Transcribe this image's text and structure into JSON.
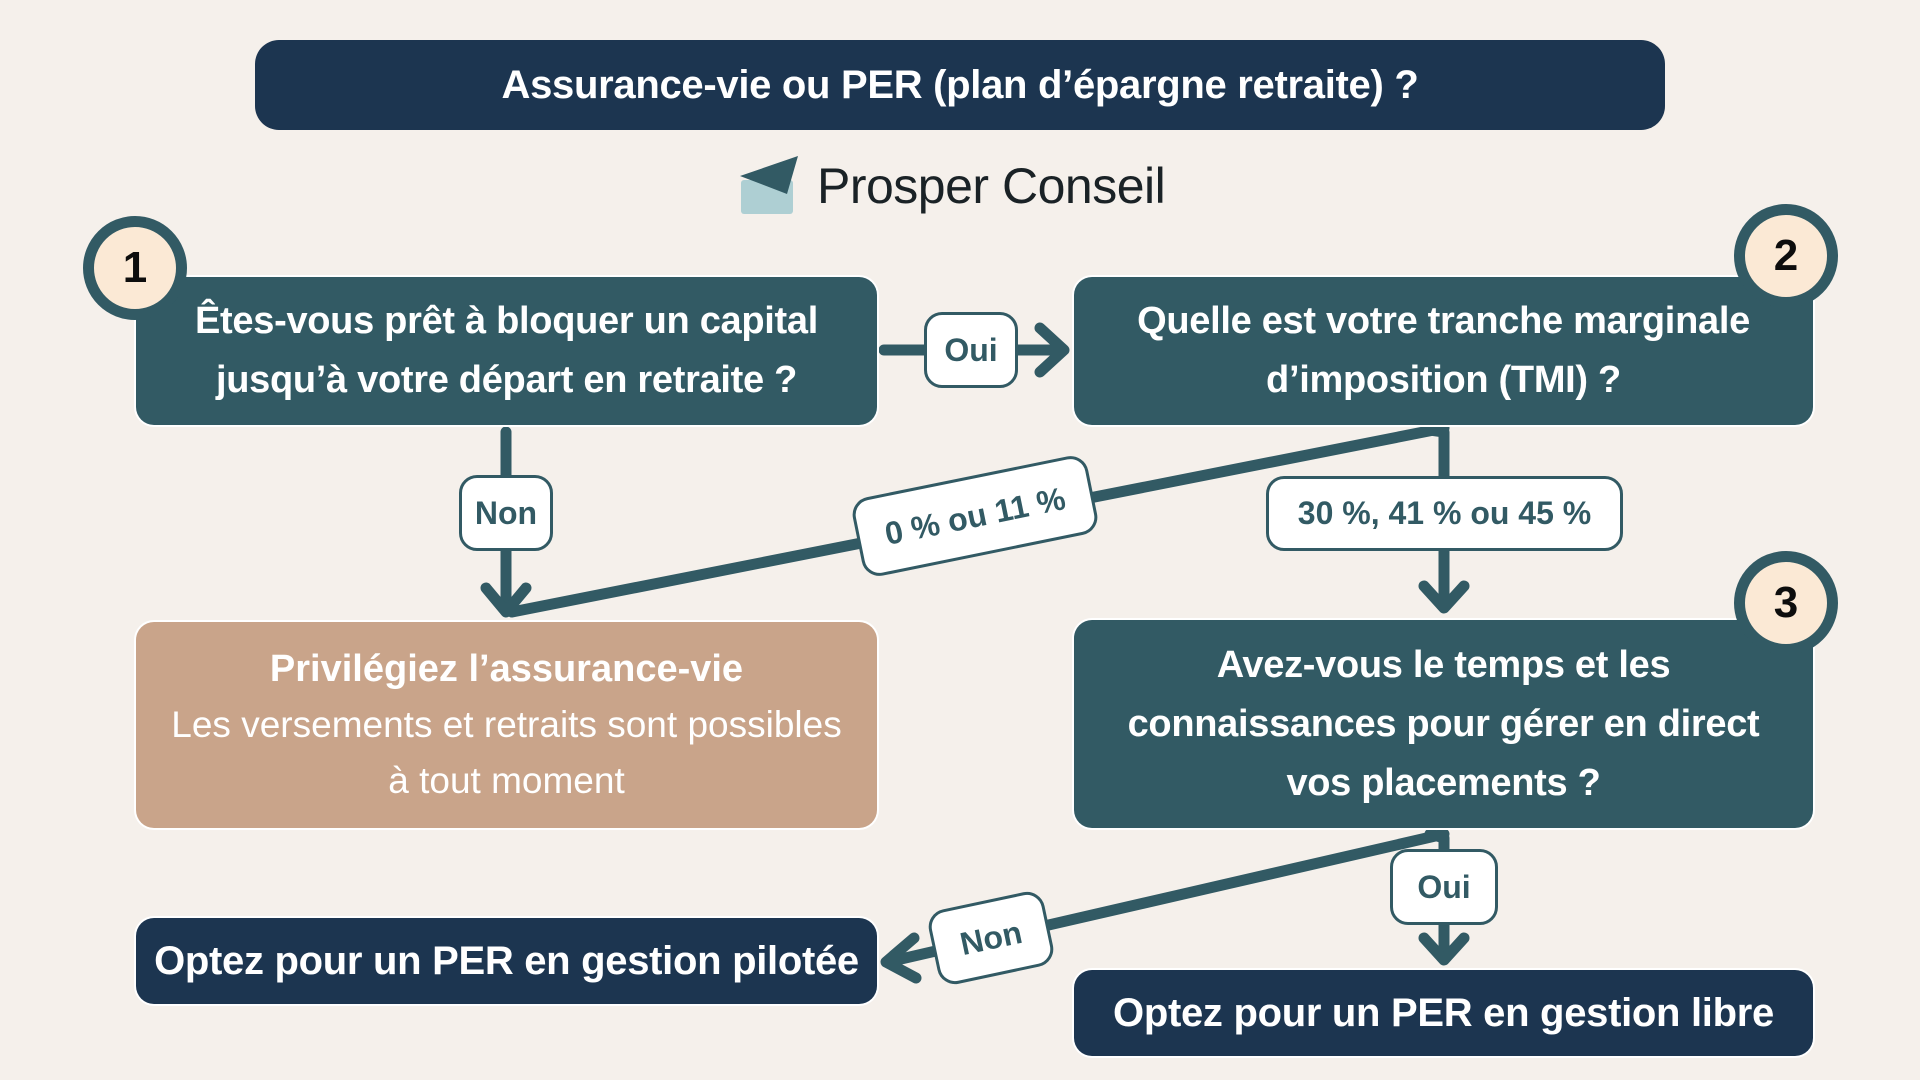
{
  "header": {
    "title": "Assurance-vie ou PER (plan d’épargne retraite) ?"
  },
  "brand": {
    "name": "Prosper Conseil",
    "icon": "paper-plane-envelope-icon"
  },
  "colors": {
    "background": "#f5f0eb",
    "navy": "#1c3550",
    "teal": "#325a64",
    "tan": "#c9a48a",
    "badge_fill": "#fbe9d5",
    "logo_light": "#aecfd3"
  },
  "steps": [
    {
      "number": "1",
      "question_lines": [
        "Êtes-vous prêt à bloquer un capital",
        "jusqu’à votre départ en retraite ?"
      ]
    },
    {
      "number": "2",
      "question_lines": [
        "Quelle est votre tranche marginale",
        "d’imposition (TMI) ?"
      ]
    },
    {
      "number": "3",
      "question_lines": [
        "Avez-vous le temps et les",
        "connaissances pour gérer en direct",
        "vos placements ?"
      ]
    }
  ],
  "outcomes": {
    "assurance_vie": {
      "title": "Privilégiez l’assurance-vie",
      "lines": [
        "Les versements et retraits sont possibles",
        "à tout moment"
      ]
    },
    "per_pilotee": "Optez pour un PER en gestion pilotée",
    "per_libre": "Optez pour un PER en gestion libre"
  },
  "edges": {
    "step1_yes": "Oui",
    "step1_no": "Non",
    "step2_low": "0 % ou 11 %",
    "step2_high": "30 %, 41 % ou 45 %",
    "step3_yes": "Oui",
    "step3_no": "Non"
  }
}
